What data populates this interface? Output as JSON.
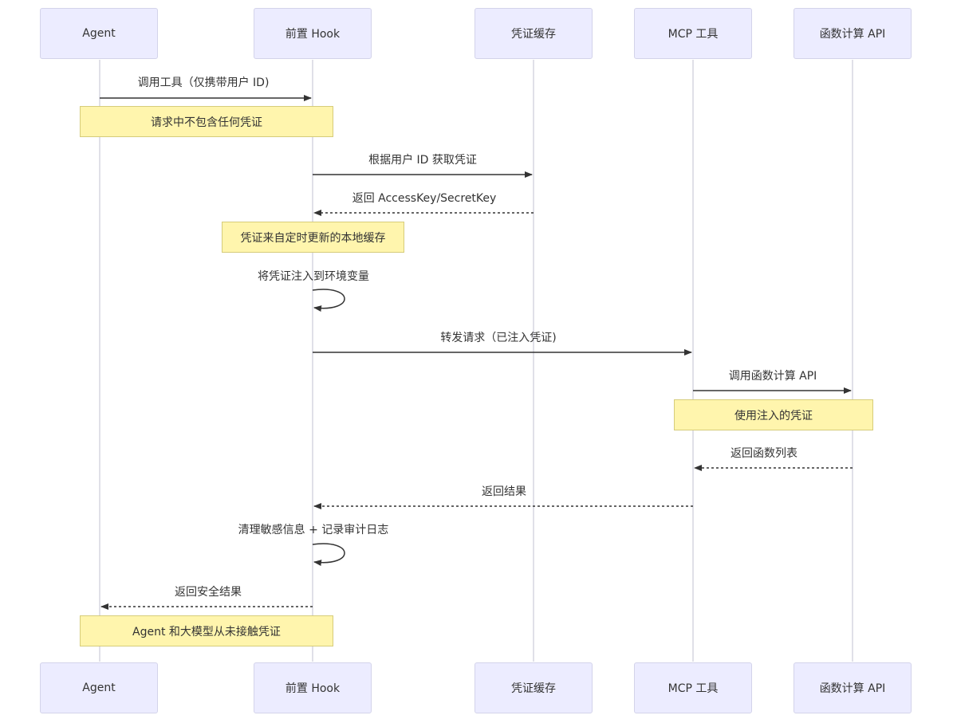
{
  "participants": [
    {
      "id": "agent",
      "label": "Agent"
    },
    {
      "id": "hook",
      "label": "前置 Hook"
    },
    {
      "id": "cache",
      "label": "凭证缓存"
    },
    {
      "id": "mcp",
      "label": "MCP 工具"
    },
    {
      "id": "fc",
      "label": "函数计算 API"
    }
  ],
  "messages": [
    {
      "from": "agent",
      "to": "hook",
      "style": "solid",
      "label": "调用工具（仅携带用户 ID)"
    },
    {
      "from": "hook",
      "to": "cache",
      "style": "solid",
      "label": "根据用户 ID 获取凭证"
    },
    {
      "from": "cache",
      "to": "hook",
      "style": "dotted",
      "label": "返回 AccessKey/SecretKey"
    },
    {
      "from": "hook",
      "to": "hook",
      "style": "self",
      "label": "将凭证注入到环境变量"
    },
    {
      "from": "hook",
      "to": "mcp",
      "style": "solid",
      "label": "转发请求（已注入凭证)"
    },
    {
      "from": "mcp",
      "to": "fc",
      "style": "solid",
      "label": "调用函数计算 API"
    },
    {
      "from": "fc",
      "to": "mcp",
      "style": "dotted",
      "label": "返回函数列表"
    },
    {
      "from": "mcp",
      "to": "hook",
      "style": "dotted",
      "label": "返回结果"
    },
    {
      "from": "hook",
      "to": "hook",
      "style": "self",
      "label": "清理敏感信息 + 记录审计日志"
    },
    {
      "from": "hook",
      "to": "agent",
      "style": "dotted",
      "label": "返回安全结果"
    }
  ],
  "notes": [
    {
      "label": "请求中不包含任何凭证"
    },
    {
      "label": "凭证来自定时更新的本地缓存"
    },
    {
      "label": "使用注入的凭证"
    },
    {
      "label": "Agent 和大模型从未接触凭证"
    }
  ],
  "colors": {
    "actor_fill": "#ececff",
    "actor_border": "#d3d3ea",
    "note_fill": "#fff5ad",
    "note_border": "#d6cc7a",
    "lifeline": "#d6d6e0",
    "arrow": "#333333"
  }
}
